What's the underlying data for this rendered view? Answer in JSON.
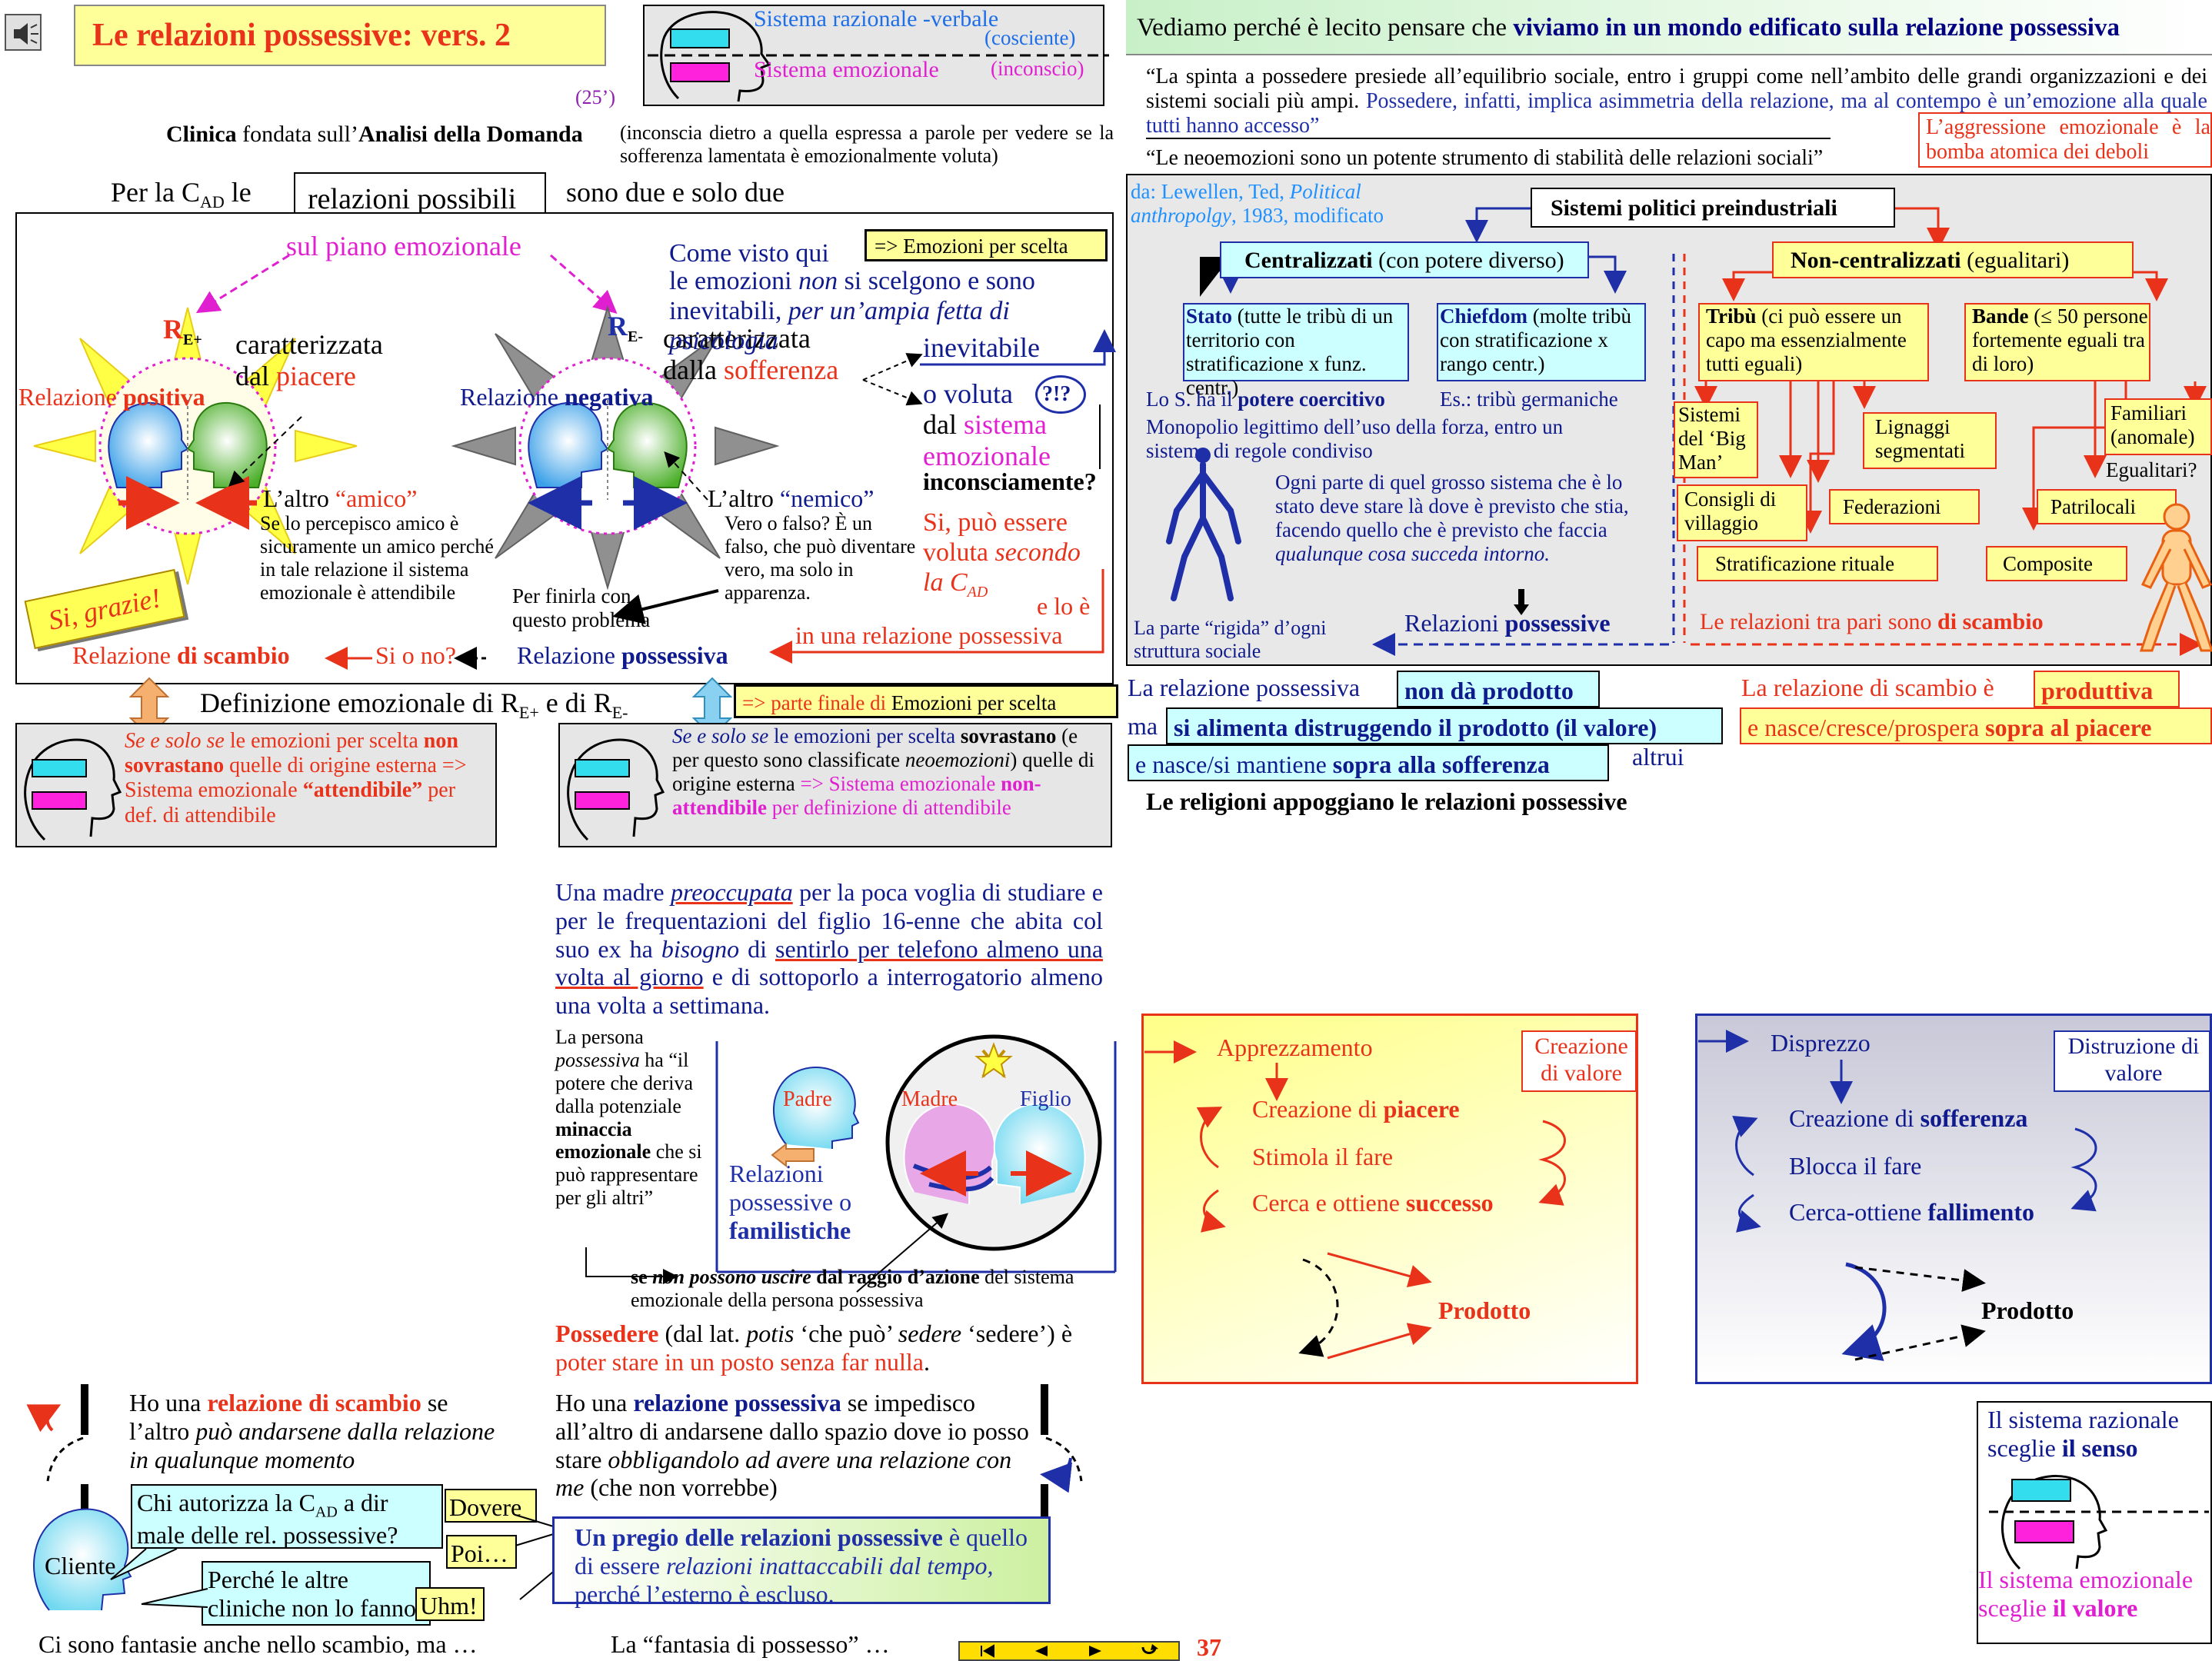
{
  "header": {
    "speaker_icon": "speaker-icon",
    "title": "Le relazioni possessive: vers. 2",
    "duration": "(25’)",
    "sys_rational": "Sistema razionale -verbale",
    "sys_rational_sub": "(cosciente)",
    "sys_emotional": "Sistema emozionale",
    "sys_emotional_sub": "(inconscio)",
    "clinica_1": "Clinica",
    "clinica_2": " fondata sull’",
    "clinica_3": "Analisi della Domanda",
    "clinica_note": "(inconscia dietro a quella espressa a parole per vedere se la sofferenza lamentata è emozionalmente voluta)",
    "per_la": "Per la C",
    "per_la_sub": "AD",
    "per_la_le": " le",
    "relazioni_possibili": "relazioni possibili",
    "sono_due": "sono due e solo due"
  },
  "left_panel": {
    "piano_emozionale": "sul piano emozionale",
    "re_plus": "R",
    "re_plus_sub": "E+",
    "re_minus": "R",
    "re_minus_sub": "E-",
    "car_piacere_1": "caratterizzata",
    "car_piacere_2": "dal ",
    "car_piacere_3": "piacere",
    "car_soff_1": "caratterizzata",
    "car_soff_2": "dalla ",
    "car_soff_3": "sofferenza",
    "rel_positiva_1": "Relazione ",
    "rel_positiva_2": "positiva",
    "rel_negativa_1": "Relazione ",
    "rel_negativa_2": "negativa",
    "altro_amico_1": "L’altro ",
    "altro_amico_2": "“amico”",
    "amico_note": "Se lo percepisco amico è sicuramente un amico perché in tale relazione il sistema emozionale è attendibile",
    "altro_nemico_1": "L’altro ",
    "altro_nemico_2": "“nemico”",
    "nemico_note": "Vero o falso? È un falso, che può diventare vero, ma solo in apparenza.",
    "si_grazie": "Si, grazie!",
    "per_finirla": "Per finirla con questo problema",
    "rel_scambio_1": "Relazione ",
    "rel_scambio_2": "di scambio",
    "si_o_no": "Si o no?",
    "rel_possessiva_1": "Relazione ",
    "rel_possessiva_2": "possessiva",
    "come_visto": "Come visto qui",
    "emozioni_per_scelta": "=> Emozioni per scelta",
    "come_visto_2a": "le emozioni ",
    "come_visto_2b": "non",
    "come_visto_2c": " si scelgono e sono inevitabili, ",
    "come_visto_2d": "per un’ampia fetta di psicologia",
    "inevitabile": "inevitabile",
    "o_voluta": "o voluta",
    "qmark": "?!?",
    "dal_sistema_1": "dal ",
    "dal_sistema_2": "sistema",
    "dal_sistema_3": "emozionale",
    "inconsciamente": "inconsciamente?",
    "si_puo_1": "Si, può essere",
    "si_puo_2": "voluta ",
    "si_puo_3": "secondo",
    "si_puo_4": "la C",
    "si_puo_4_sub": "AD",
    "e_lo_e": "e lo è",
    "in_una_rel": "in una relazione possessiva"
  },
  "definition": {
    "def_1": "Definizione emozionale di R",
    "def_1_sub": "E+",
    "def_2": " e di R",
    "def_2_sub": "E-",
    "parte_finale_1": "=> parte finale di ",
    "parte_finale_2": "Emozioni per scelta",
    "left_1": "Se e solo se",
    "left_2": " le emozioni per scelta ",
    "left_3": "non sovrastano",
    "left_4": " quelle di origine esterna ",
    "left_5": "=> Sistema emozionale ",
    "left_6": "“attendibile”",
    "left_7": " per def. di attendibile",
    "right_1": "Se e solo se",
    "right_2": " le emozioni per scelta ",
    "right_3": "sovrastano",
    "right_4": " (e per questo sono classificate ",
    "right_5": "neoemozioni",
    "right_6": ") quelle di origine esterna ",
    "right_7": "=> Sistema emozionale ",
    "right_8": "non-attendibile",
    "right_9": " per definizione di attendibile"
  },
  "madre": {
    "text_1": "Una madre ",
    "text_2": "preoccupata",
    "text_3": " per la poca voglia di studiare e per le frequentazioni del figlio 16-enne che abita col suo ex ha ",
    "text_4": "bisogno",
    "text_5": " di ",
    "text_6": "sentirlo per telefono almeno una volta al giorno",
    "text_7": " e di sottoporlo a interrogatorio almeno una volta a settimana.",
    "persona_1": "La persona ",
    "persona_2": "possessiva",
    "persona_3": " ha “il potere che deriva dalla potenziale ",
    "persona_4": "minaccia emozionale",
    "persona_5": " che si può rappresentare per gli altri”",
    "padre": "Padre",
    "madre": "Madre",
    "figlio": "Figlio",
    "relazioni_poss_1": "Relazioni possessive o ",
    "relazioni_poss_2": "familistiche",
    "se_non_1": "se ",
    "se_non_2": "non possono uscire",
    "se_non_3": " dal raggio d’azione",
    "se_non_4": " del sistema emozionale della persona possessiva",
    "possedere_1": "Possedere",
    "possedere_2": " (dal lat. ",
    "possedere_3": "potis",
    "possedere_4": " ‘che può’ ",
    "possedere_5": "sedere",
    "possedere_6": " ‘sedere’) è ",
    "possedere_7": "poter stare in un posto senza far nulla",
    "possedere_8": "."
  },
  "bottom": {
    "scambio_1": "Ho una ",
    "scambio_2": "relazione di scambio",
    "scambio_3": " se l’altro ",
    "scambio_4": "può andarsene dalla relazione",
    "scambio_5": " in qualunque momento",
    "poss_1": "Ho una ",
    "poss_2": "relazione possessiva",
    "poss_3": " se impedisco all’altro di andarsene dallo spazio dove io posso stare ",
    "poss_4": "obbligandolo ad avere una relazione con me",
    "poss_5": "   (che non vorrebbe)",
    "chi_autorizza_1": "Chi autorizza la C",
    "chi_autorizza_sub": "AD",
    "chi_autorizza_2": " a dir male delle rel. possessive?",
    "dovere": "Dovere",
    "poi": "Poi…",
    "perche": "Perché le altre cliniche non lo fanno?",
    "uhm": "Uhm!",
    "cliente": "Cliente",
    "pregio_1": "Un pregio delle relazioni possessive",
    "pregio_2": " è quello di essere ",
    "pregio_3": "relazioni inattaccabili dal tempo,",
    "pregio_4": " perché l’esterno è escluso.",
    "fantasie": "Ci sono fantasie anche nello scambio, ma …",
    "fantasia_possesso": "La “fantasia di possesso” …",
    "nav_first": "first-icon",
    "nav_prev": "prev-icon",
    "nav_next": "next-icon",
    "nav_return": "return-icon",
    "page_number": "37"
  },
  "right_top": {
    "vediamo_1": "Vediamo perché è lecito pensare che ",
    "vediamo_2": "viviamo in un mondo edificato sulla relazione possessiva",
    "quote_1a": "“La spinta a possedere presiede all’equilibrio sociale, entro i gruppi come nell’ambito delle grandi organizzazioni e dei sistemi sociali più ampi. ",
    "quote_1b": "Possedere, infatti, implica asimmetria della relazione, ma al contempo è un’emozione alla quale tutti hanno accesso”",
    "aggressione": "L’aggressione emozionale è la bomba atomica dei deboli",
    "quote_2": "“Le neoemozioni sono un potente strumento di stabilità delle relazioni sociali”",
    "source_1": "da: Lewellen, Ted, ",
    "source_2": "Political anthropolgy",
    "source_3": ", 1983, modificato",
    "sistemi_politici": "Sistemi politici preindustriali",
    "centralizzati_1": "Centralizzati",
    "centralizzati_2": " (con potere diverso)",
    "non_centralizzati_1": "Non-centralizzati",
    "non_centralizzati_2": " (egualitari)",
    "stato_1": "Stato",
    "stato_2": " (tutte le tribù di un territorio con stratificazione x funz. centr.)",
    "chiefdom_1": "Chiefdom",
    "chiefdom_2": " (molte tribù con stratificazione x rango centr.)",
    "tribu_1": "Tribù",
    "tribu_2": " (ci può essere un capo ma essenzialmente tutti eguali)",
    "bande_1": "Bande",
    "bande_2": " (≤ 50 persone fortemente eguali tra di loro)",
    "lo_s_1": "Lo S. ha il ",
    "lo_s_2": "potere coercitivo",
    "es_tribu": "Es.: tribù germaniche",
    "monopolio": "Monopolio legittimo dell’uso della forza, entro un sistema di regole condiviso",
    "ogni_parte_1": "Ogni parte di quel grosso sistema che è lo stato deve stare là dove è previsto che stia, facendo quello che è previsto che faccia ",
    "ogni_parte_2": "qualunque cosa succeda intorno.",
    "parte_rigida": "La parte “rigida” d’ogni struttura sociale",
    "rel_poss_1": "Relazioni ",
    "rel_poss_2": "possessive",
    "big_man": "Sistemi del ‘Big Man’",
    "lignaggi": "Lignaggi segmentati",
    "familiari": "Familiari (anomale)",
    "egualitari": "Egualitari?",
    "consigli": "Consigli di villaggio",
    "federazioni": "Federazioni",
    "patrilocali": "Patrilocali",
    "stratificazione": "Stratificazione rituale",
    "composite": "Composite",
    "tra_pari_1": "Le relazioni tra pari sono ",
    "tra_pari_2": "di scambio"
  },
  "right_mid": {
    "poss_non_da_1": "La relazione possessiva ",
    "poss_non_da_2": "non dà prodotto",
    "ma": "ma ",
    "si_alimenta": "si alimenta distruggendo il prodotto (il valore)",
    "nasce_soff_1": "e nasce/si mantiene ",
    "nasce_soff_2": "sopra alla sofferenza",
    "altrui": "altrui",
    "scambio_prod_1": "La relazione di scambio è ",
    "scambio_prod_2": "produttiva",
    "nasce_piacere_1": "e nasce/cresce/prospera ",
    "nasce_piacere_2": "sopra al piacere",
    "religioni": "Le religioni appoggiano le relazioni possessive"
  },
  "cycles": {
    "apprezzamento": "Apprezzamento",
    "creazione_valore": "Creazione di valore",
    "creazione_piacere_1": "Creazione di ",
    "creazione_piacere_2": "piacere",
    "stimola": "Stimola il fare",
    "cerca_successo_1": "Cerca e ottiene ",
    "cerca_successo_2": "successo",
    "prodotto_left": "Prodotto",
    "disprezzo": "Disprezzo",
    "distruzione_valore": "Distruzione di valore",
    "creazione_soff_1": "Creazione di ",
    "creazione_soff_2": "sofferenza",
    "blocca": "Blocca il fare",
    "cerca_fallimento_1": "Cerca-ottiene ",
    "cerca_fallimento_2": "fallimento",
    "prodotto_right": "Prodotto"
  },
  "senso_valore": {
    "razionale_1": "Il sistema razionale sceglie ",
    "razionale_2": "il senso",
    "emozionale_1": "Il sistema emozionale sceglie ",
    "emozionale_2": "il valore"
  }
}
